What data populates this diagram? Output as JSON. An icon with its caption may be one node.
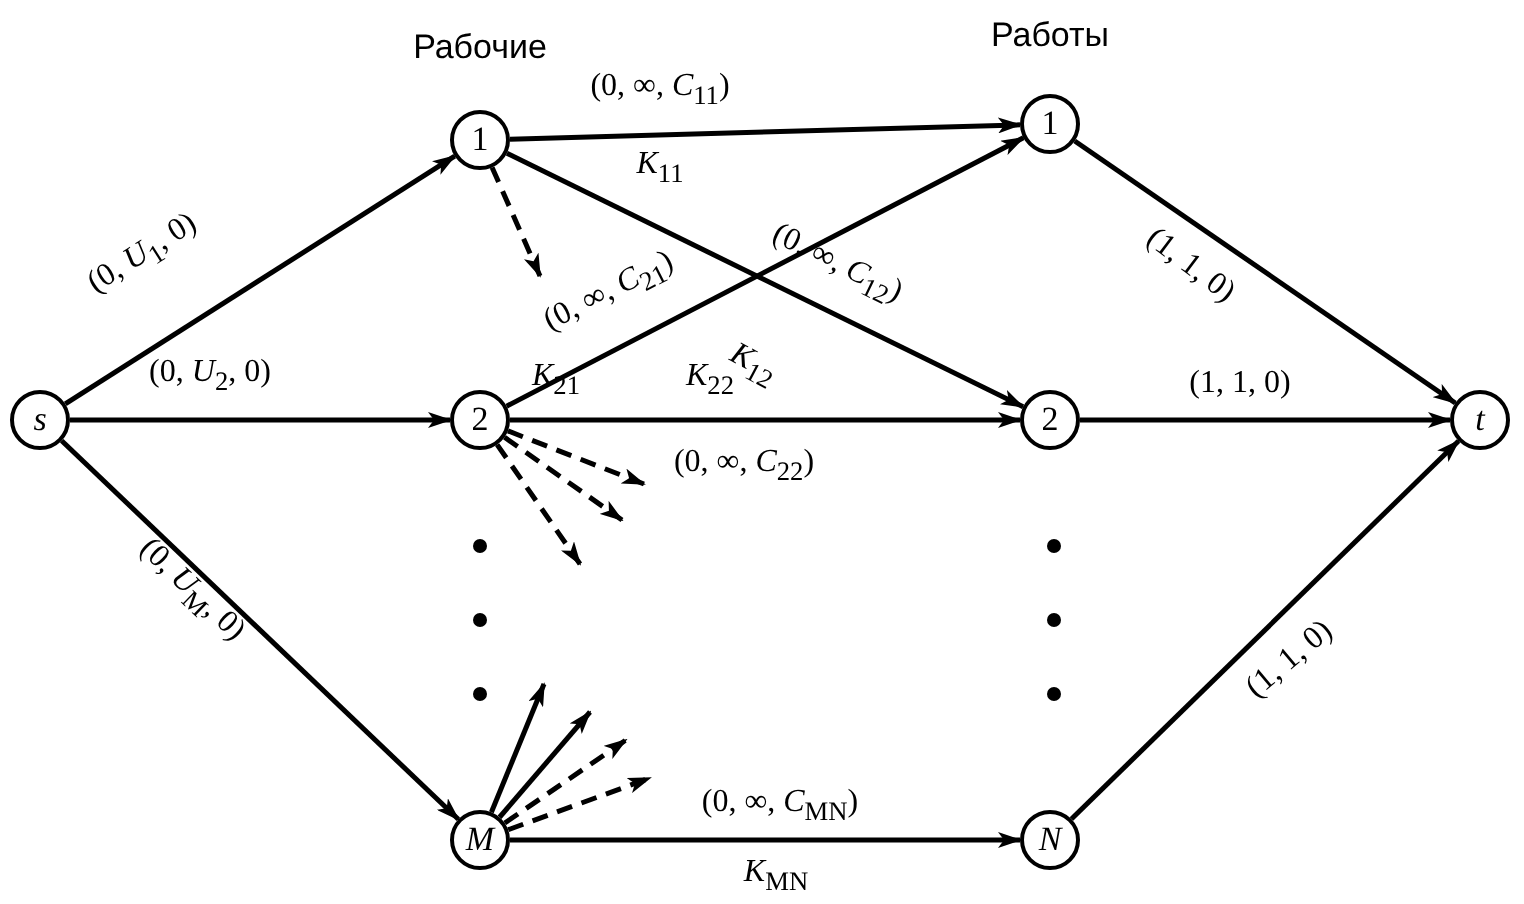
{
  "diagram": {
    "nodes": [
      {
        "text": [
          "s"
        ]
      },
      {
        "text": [
          "1"
        ]
      },
      {
        "text": [
          "2"
        ]
      },
      {
        "text": [
          "M"
        ]
      },
      {
        "text": [
          "1"
        ]
      },
      {
        "text": [
          "2"
        ]
      },
      {
        "text": [
          "N"
        ]
      },
      {
        "text": [
          "t"
        ]
      }
    ],
    "edges": [
      {
        "from": 0,
        "to": 1,
        "arrow": "to",
        "label": "(0, *U*$_{1}$, 0)"
      },
      {
        "from": 0,
        "to": 2,
        "arrow": "to",
        "label": "(0, *U*$_{2}$, 0)"
      },
      {
        "from": 0,
        "to": 3,
        "arrow": "to",
        "label": "(0, *U*$_{M}$, 0)"
      },
      {
        "from": 1,
        "to": 4,
        "arrow": "to",
        "label": "(0, ∞, *C*$_{11}$)"
      },
      {
        "from": 1,
        "to": 5,
        "arrow": "to",
        "label": "(0, ∞, *C*$_{12}$)"
      },
      {
        "from": 2,
        "to": 4,
        "arrow": "to",
        "label": "(0, ∞, *C*$_{21}$)"
      },
      {
        "from": 2,
        "to": 5,
        "arrow": "to",
        "label": "(0, ∞, *C*$_{22}$)"
      },
      {
        "from": 3,
        "to": 6,
        "arrow": "to",
        "label": "(0, ∞, *C*$_{MN}$)"
      },
      {
        "from": 4,
        "to": 7,
        "arrow": "to",
        "label": "(1, 1, 0)"
      },
      {
        "from": 5,
        "to": 7,
        "arrow": "to",
        "label": "(1, 1, 0)"
      },
      {
        "from": 6,
        "to": 7,
        "arrow": "to",
        "label": "(1, 1, 0)"
      },
      {
        "from": 1,
        "to": null,
        "arrow": "to",
        "style": "dashed"
      },
      {
        "from": 2,
        "to": null,
        "arrow": "to",
        "style": "dashed"
      },
      {
        "from": 2,
        "to": null,
        "arrow": "to",
        "style": "dashed"
      },
      {
        "from": 2,
        "to": null,
        "arrow": "to",
        "style": "dashed"
      },
      {
        "from": 3,
        "to": null,
        "arrow": "to"
      },
      {
        "from": 3,
        "to": null,
        "arrow": "to"
      },
      {
        "from": 3,
        "to": null,
        "arrow": "to",
        "style": "dashed"
      },
      {
        "from": 3,
        "to": null,
        "arrow": "to",
        "style": "dashed"
      }
    ],
    "labels": [
      "Рабочие",
      "Работы",
      "*K*$_{11}$",
      "*K*$_{21}$",
      "*K*$_{22}$",
      "*K*$_{12}$",
      "*K*$_{MN}$"
    ]
  }
}
